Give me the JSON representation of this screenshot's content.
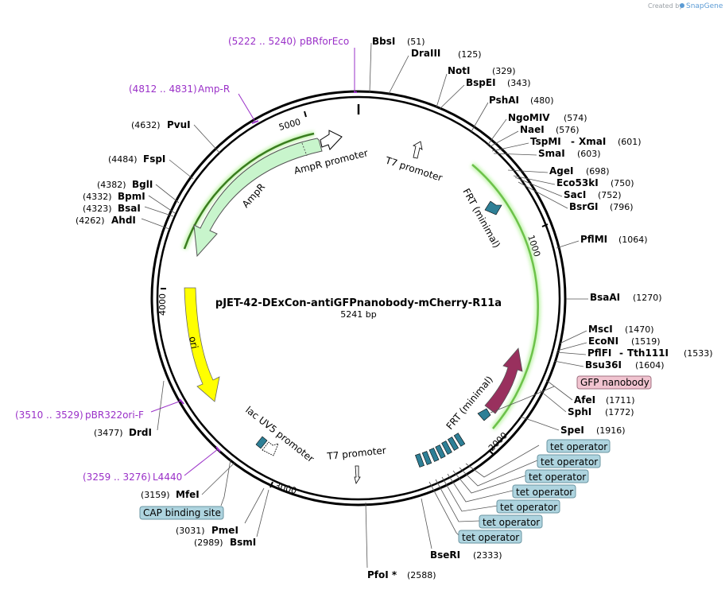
{
  "credit": {
    "prefix": "Created by",
    "brand": "SnapGene"
  },
  "plasmid": {
    "name": "pJET-42-DExCon-antiGFPnanobody-mCherry-R11a",
    "length": "5241 bp"
  },
  "ticks": [
    "1000",
    "2000",
    "3000",
    "4000",
    "5000"
  ],
  "enzymes": [
    {
      "name": "BbsI",
      "pos": "(51)"
    },
    {
      "name": "DraIII",
      "pos": "(125)"
    },
    {
      "name": "NotI",
      "pos": "(329)"
    },
    {
      "name": "BspEI",
      "pos": "(343)"
    },
    {
      "name": "PshAI",
      "pos": "(480)"
    },
    {
      "name": "NgoMIV",
      "pos": "(574)"
    },
    {
      "name": "NaeI",
      "pos": "(576)"
    },
    {
      "name": "TspMI",
      "pos": "(601)"
    },
    {
      "name": "XmaI",
      "pos": ""
    },
    {
      "name": "SmaI",
      "pos": "(603)"
    },
    {
      "name": "AgeI",
      "pos": "(698)"
    },
    {
      "name": "Eco53kI",
      "pos": "(750)"
    },
    {
      "name": "SacI",
      "pos": "(752)"
    },
    {
      "name": "BsrGI",
      "pos": "(796)"
    },
    {
      "name": "PflMI",
      "pos": "(1064)"
    },
    {
      "name": "BsaAI",
      "pos": "(1270)"
    },
    {
      "name": "MscI",
      "pos": "(1470)"
    },
    {
      "name": "EcoNI",
      "pos": "(1519)"
    },
    {
      "name": "PflFI",
      "pos": "(1533)"
    },
    {
      "name": "Tth111I",
      "pos": ""
    },
    {
      "name": "Bsu36I",
      "pos": "(1604)"
    },
    {
      "name": "AfeI",
      "pos": "(1711)"
    },
    {
      "name": "SphI",
      "pos": "(1772)"
    },
    {
      "name": "SpeI",
      "pos": "(1916)"
    },
    {
      "name": "BseRI",
      "pos": "(2333)"
    },
    {
      "name": "PfoI *",
      "pos": "(2588)"
    },
    {
      "name": "BsmI",
      "pos": "(2989)"
    },
    {
      "name": "PmeI",
      "pos": "(3031)"
    },
    {
      "name": "MfeI",
      "pos": "(3159)"
    },
    {
      "name": "DrdI",
      "pos": "(3477)"
    },
    {
      "name": "AhdI",
      "pos": "(4262)"
    },
    {
      "name": "BsaI",
      "pos": "(4323)"
    },
    {
      "name": "BpmI",
      "pos": "(4332)"
    },
    {
      "name": "BglI",
      "pos": "(4382)"
    },
    {
      "name": "FspI",
      "pos": "(4484)"
    },
    {
      "name": "PvuI",
      "pos": "(4632)"
    }
  ],
  "primers": [
    {
      "range": "(5222 .. 5240)",
      "name": "pBRforEco"
    },
    {
      "range": "(4812 .. 4831)",
      "name": "Amp-R"
    },
    {
      "range": "(3510 .. 3529)",
      "name": "pBR322ori-F"
    },
    {
      "range": "(3259 .. 3276)",
      "name": "L4440"
    }
  ],
  "features": {
    "ampr_promoter": "AmpR promoter",
    "t7_promoter_top": "T7 promoter",
    "frt_top": "FRT (minimal)",
    "ampr": "AmpR",
    "ori": "ori",
    "frt_bottom": "FRT (minimal)",
    "lac_uv5": "lac UV5 promoter",
    "t7_promoter_bottom": "T7 promoter"
  },
  "boxes": {
    "gfp_nanobody": "GFP nanobody",
    "cap_binding_site": "CAP binding site",
    "tet_operators": [
      "tet operator",
      "tet operator",
      "tet operator",
      "tet operator",
      "tet operator",
      "tet operator",
      "tet operator"
    ]
  },
  "colors": {
    "primer": "#9a30c8",
    "ampr_fill": "#c8f5cc",
    "ori_fill": "#ffff00",
    "frt_fill": "#2e7f96",
    "gfp_fill": "#99305e",
    "tet_fill": "#2e7f96",
    "tet_box": "#aed4df",
    "gfp_box": "#f1c4d0",
    "highlight": "#90ee66"
  }
}
